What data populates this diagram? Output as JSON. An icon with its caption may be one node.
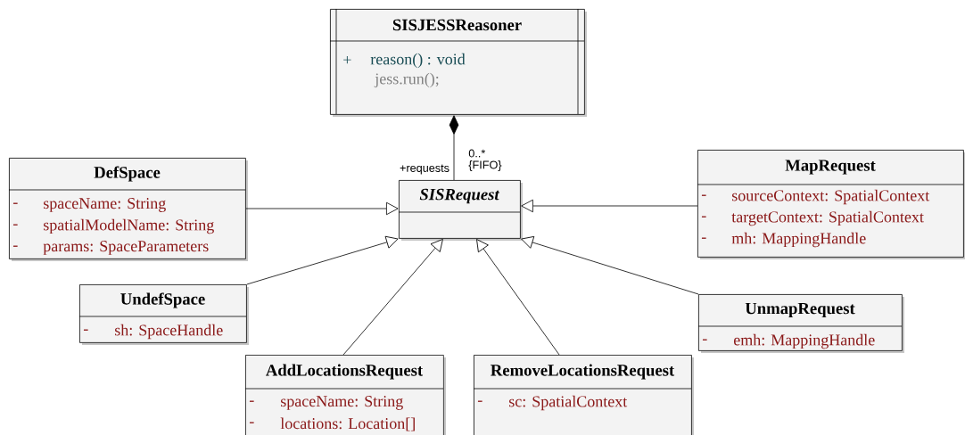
{
  "diagram": {
    "nodes": [
      {
        "text": [
          "SISJESSReasoner",
          "+",
          "reason() : void",
          "jess.run();"
        ]
      },
      {
        "text": [
          "DefSpace",
          "-",
          "spaceName: String",
          "-",
          "spatialModelName: String",
          "-",
          "params: SpaceParameters"
        ]
      },
      {
        "text": [
          "SISRequest"
        ]
      },
      {
        "text": [
          "MapRequest",
          "-",
          "sourceContext: SpatialContext",
          "-",
          "targetContext: SpatialContext",
          "-",
          "mh: MappingHandle"
        ]
      },
      {
        "text": [
          "UndefSpace",
          "-",
          "sh: SpaceHandle"
        ]
      },
      {
        "text": [
          "UnmapRequest",
          "-",
          "emh: MappingHandle"
        ]
      },
      {
        "text": [
          "AddLocationsRequest",
          "-",
          "spaceName: String",
          "-",
          "locations: Location[]"
        ]
      },
      {
        "text": [
          "RemoveLocationsRequest",
          "-",
          "sc: SpatialContext"
        ]
      }
    ],
    "edges": [
      {
        "from": 0,
        "to": 2,
        "arrow": "other",
        "label": "+requests"
      },
      {
        "from": 1,
        "to": 2,
        "arrow": "to"
      },
      {
        "from": 3,
        "to": 2,
        "arrow": "to"
      },
      {
        "from": 4,
        "to": 2,
        "arrow": "to"
      },
      {
        "from": 5,
        "to": 2,
        "arrow": "to"
      },
      {
        "from": 6,
        "to": 2,
        "arrow": "to"
      },
      {
        "from": 7,
        "to": 2,
        "arrow": "to"
      }
    ],
    "labels": [
      "0..*",
      "{FIFO}"
    ]
  }
}
